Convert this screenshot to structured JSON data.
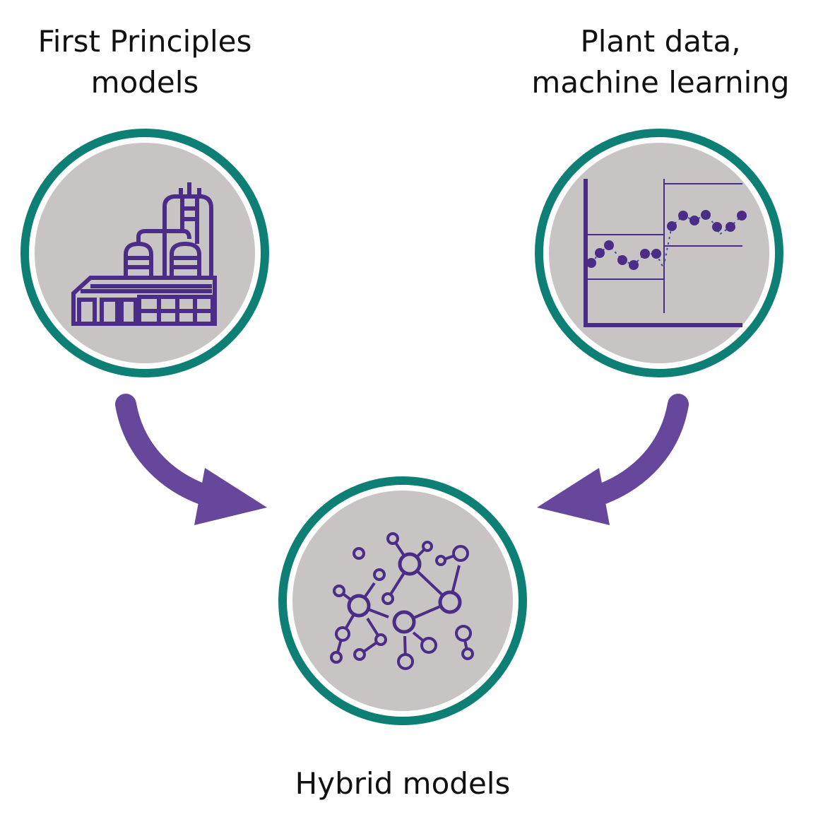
{
  "labels": {
    "first_principles_line1": "First Principles",
    "first_principles_line2": "models",
    "plant_data_line1": "Plant data,",
    "plant_data_line2": "machine learning",
    "hybrid": "Hybrid models"
  },
  "icons": {
    "left": "factory-icon",
    "right": "control-chart-icon",
    "bottom": "network-icon",
    "arrows": "curved-arrow-icon"
  },
  "colors": {
    "ring": "#0e7f74",
    "disc": "#c8c4c3",
    "icon": "#4b2d87",
    "arrow": "#66479c"
  }
}
